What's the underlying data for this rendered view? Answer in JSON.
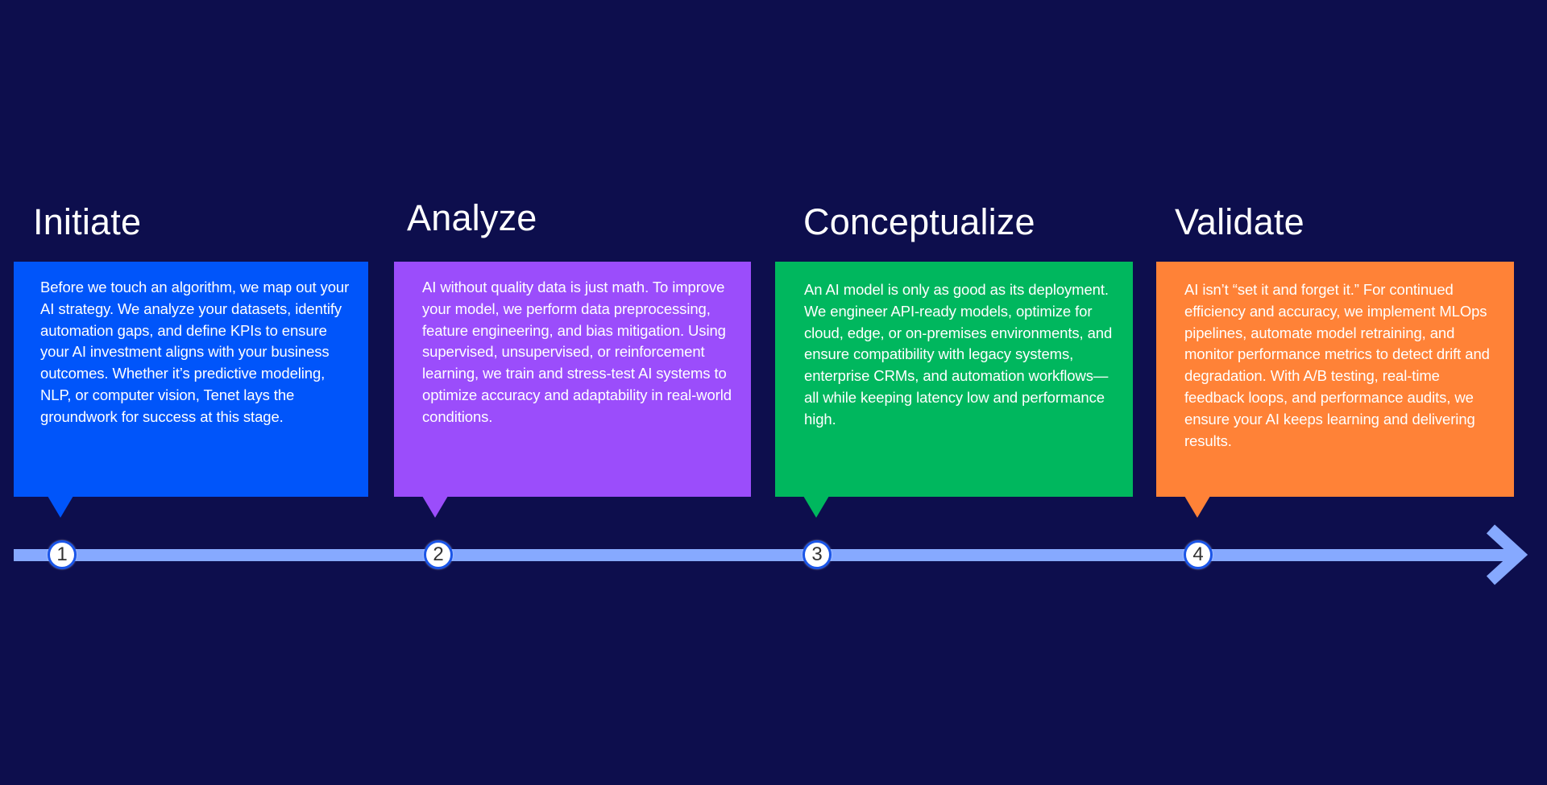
{
  "colors": {
    "background": "#0d0e4d",
    "timeline": "#86a9ff",
    "marker_border": "#1a55e8",
    "marker_fill": "#ffffff"
  },
  "steps": [
    {
      "number": "1",
      "title": "Initiate",
      "color": "#0055fa",
      "text": "Before we touch an algorithm, we map out your AI strategy. We analyze your datasets, identify automation gaps, and define KPIs to ensure your AI investment aligns with your business outcomes. Whether it’s predictive modeling, NLP, or computer vision, Tenet lays the groundwork for success at this stage."
    },
    {
      "number": "2",
      "title": "Analyze",
      "color": "#9b4dfb",
      "text": "AI without quality data is just math. To improve your model, we perform data preprocessing, feature engineering, and bias mitigation. Using supervised, unsupervised, or reinforcement learning, we train and stress-test AI systems to optimize accuracy and adaptability in real-world conditions."
    },
    {
      "number": "3",
      "title": "Conceptualize",
      "color": "#00b75e",
      "text": "An AI model is only as good as its deployment. We engineer API-ready models, optimize for cloud, edge, or on-premises environments, and ensure compatibility with legacy systems, enterprise CRMs, and automation workflows—all while keeping latency low and performance high."
    },
    {
      "number": "4",
      "title": "Validate",
      "color": "#ff8237",
      "text": "AI isn’t “set it and forget it.” For continued efficiency and accuracy, we implement MLOps pipelines, automate model retraining, and monitor performance metrics to detect drift and degradation. With A/B testing, real-time feedback loops, and performance audits, we ensure your AI keeps learning and delivering results."
    }
  ]
}
